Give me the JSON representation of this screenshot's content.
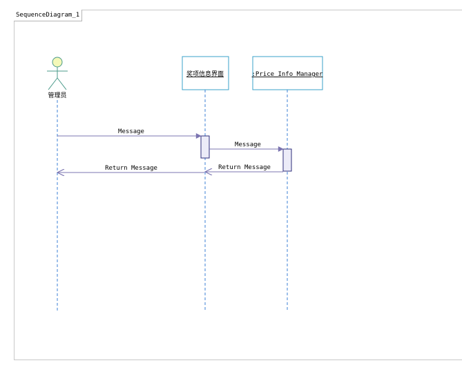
{
  "frame": {
    "title": "SequenceDiagram_1"
  },
  "actor": {
    "name": "管理员"
  },
  "objects": [
    {
      "name": "奖项信息界面"
    },
    {
      "name": ":Price_Info_Manager"
    }
  ],
  "messages": [
    {
      "label": "Message",
      "kind": "call",
      "from": "actor",
      "to": "obj1"
    },
    {
      "label": "Message",
      "kind": "call",
      "from": "obj1",
      "to": "obj2"
    },
    {
      "label": "Return Message",
      "kind": "return",
      "from": "obj2",
      "to": "obj1"
    },
    {
      "label": "Return Message",
      "kind": "return",
      "from": "obj1",
      "to": "actor"
    }
  ],
  "colors": {
    "object_border": "#3aa0c8",
    "lifeline": "#3b7fd6",
    "message": "#7b74b0",
    "activation_border": "#2c2c7a",
    "activation_fill": "#ececf8",
    "actor_head": "#f4f8b8",
    "actor_stroke": "#4a9a8a"
  }
}
